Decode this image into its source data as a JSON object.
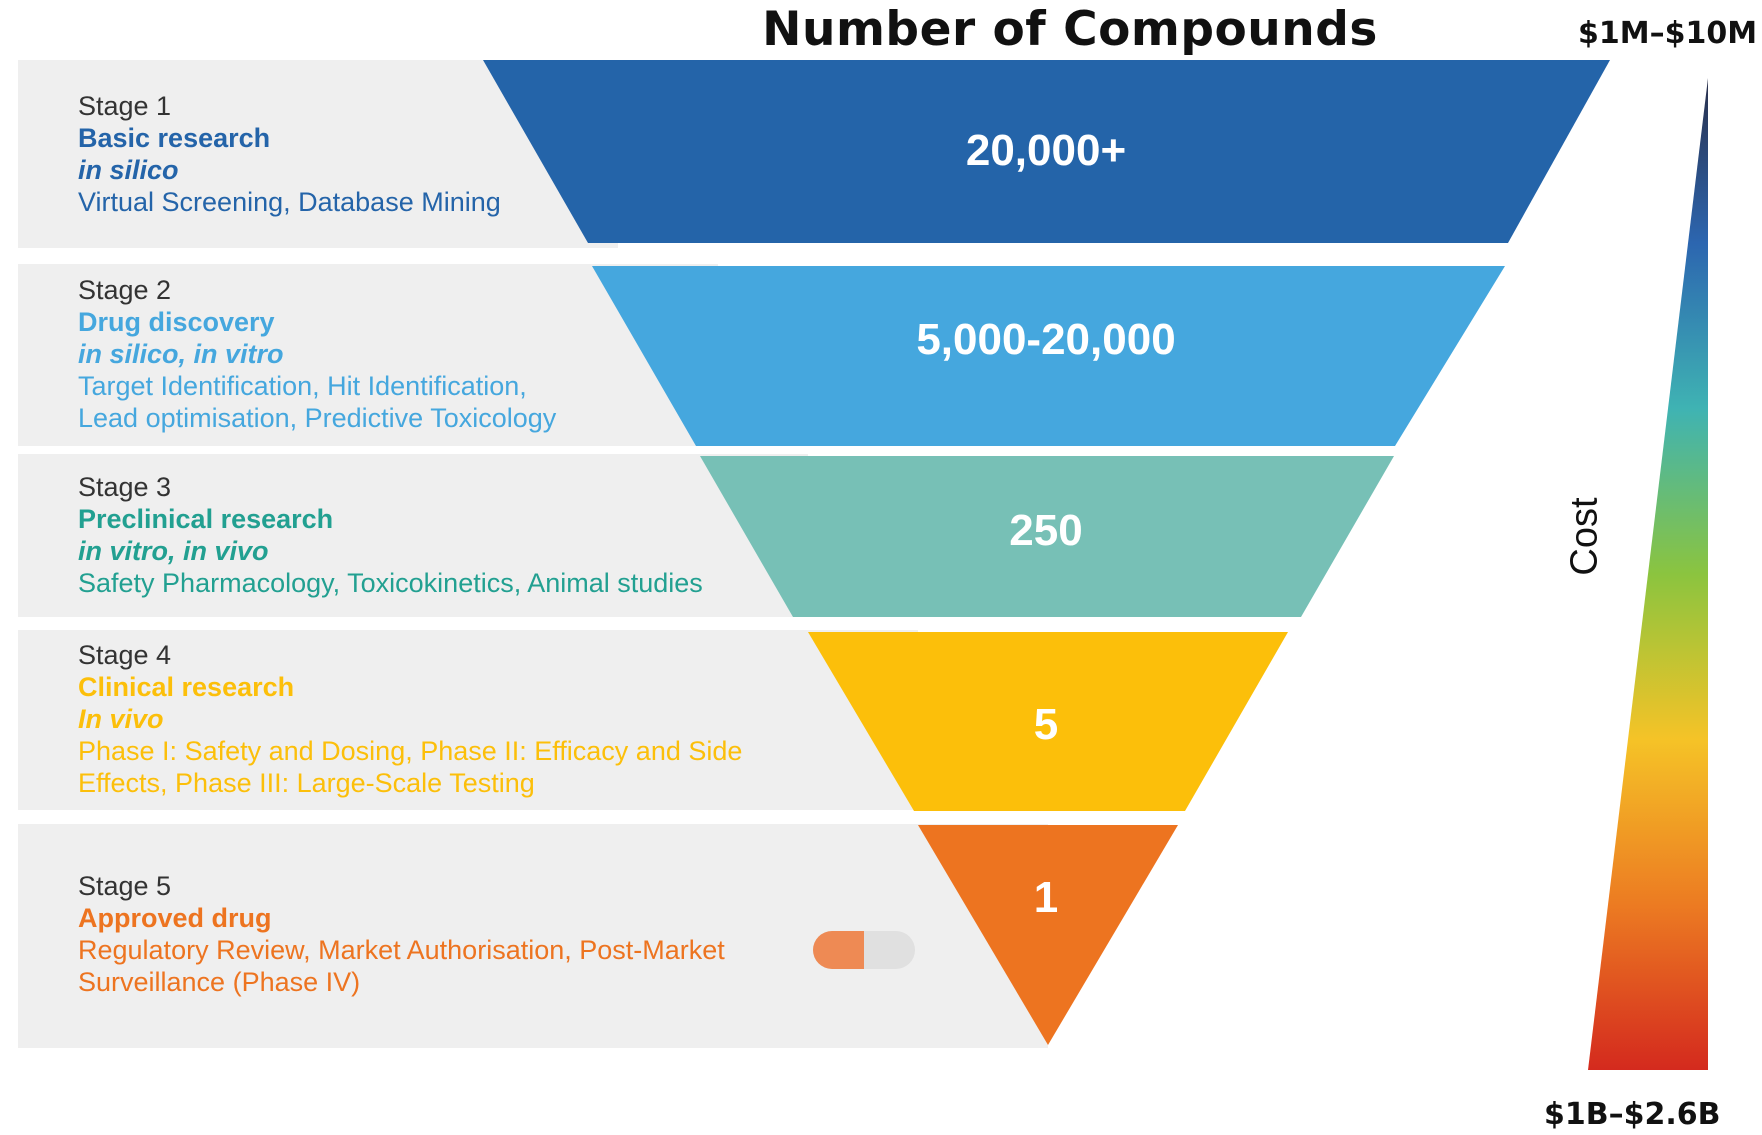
{
  "title": "Number of Compounds",
  "stages": [
    {
      "stage": "Stage 1",
      "title": "Basic research",
      "methods": "in silico",
      "details": [
        "Virtual Screening, Database Mining"
      ],
      "count": "20,000+",
      "color": "#2464A9"
    },
    {
      "stage": "Stage 2",
      "title": "Drug discovery",
      "methods": "in silico, in vitro",
      "details": [
        "Target Identification, Hit Identification,",
        "Lead optimisation, Predictive Toxicology"
      ],
      "count": "5,000-20,000",
      "color": "#45A7DE"
    },
    {
      "stage": "Stage 3",
      "title": "Preclinical research",
      "methods": "in vitro, in vivo",
      "details": [
        "Safety Pharmacology, Toxicokinetics, Animal studies"
      ],
      "count": "250",
      "color": "#77C0B6",
      "text_color": "#22A091"
    },
    {
      "stage": "Stage 4",
      "title": "Clinical research",
      "methods": "In vivo",
      "details": [
        "Phase I: Safety and Dosing, Phase II: Efficacy and Side",
        "Effects, Phase III: Large-Scale Testing"
      ],
      "count": "5",
      "color": "#FCBF0A"
    },
    {
      "stage": "Stage 5",
      "title": "Approved drug",
      "methods": "",
      "details": [
        "Regulatory Review, Market Authorisation, Post-Market",
        "Surveillance (Phase IV)"
      ],
      "count": "1",
      "color": "#ED7420"
    }
  ],
  "cost": {
    "axis_label": "Cost",
    "top_label": "$1M–$10M",
    "bottom_label": "$1B–$2.6B",
    "gradient": [
      "#2A2F4A",
      "#2C66B0",
      "#3FB3B3",
      "#8BC43F",
      "#F5C327",
      "#EC7B22",
      "#D42A1E"
    ]
  },
  "pill_icon": "capsule-icon"
}
